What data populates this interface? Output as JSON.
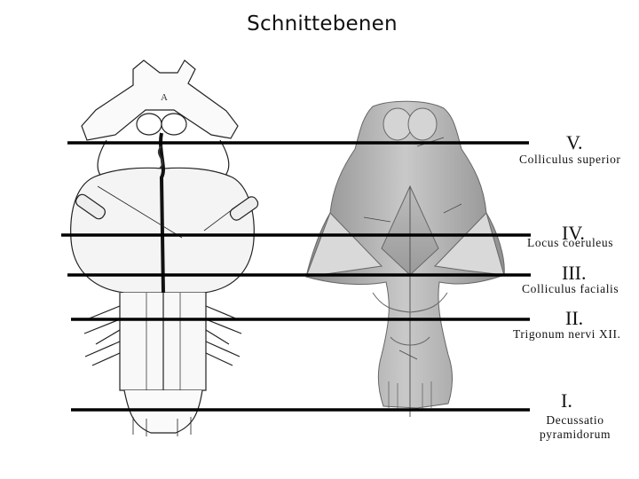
{
  "title": "Schnittebenen",
  "sections": [
    {
      "numeral": "V.",
      "label": "Colliculus superior"
    },
    {
      "numeral": "IV.",
      "label": "Locus coeruleus"
    },
    {
      "numeral": "III.",
      "label": "Colliculus facialis"
    },
    {
      "numeral": "II.",
      "label": "Trigonum nervi XII."
    },
    {
      "numeral": "I.",
      "label": "Decussatio pyramidorum",
      "label_line1": "Decussatio",
      "label_line2": "pyramidorum"
    }
  ],
  "figures": {
    "left": "line-drawing-dorsal-brainstem",
    "right": "shaded-dorsal-brainstem",
    "left_letter": "A"
  }
}
